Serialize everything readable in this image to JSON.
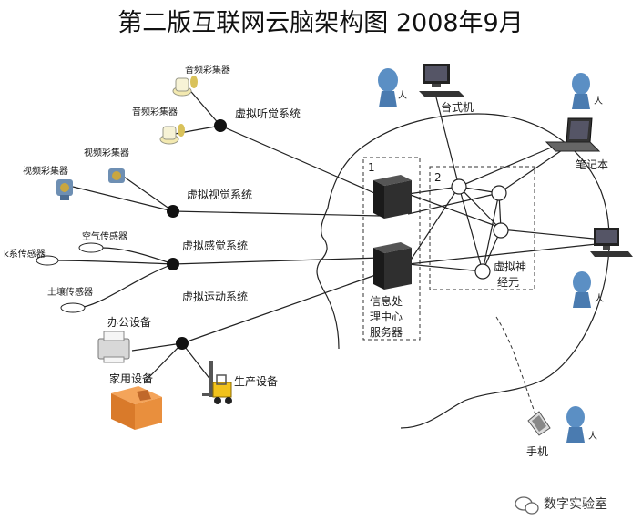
{
  "title": "第二版互联网云脑架构图  2008年9月",
  "subsystems": {
    "auditory": "虚拟听觉系统",
    "visual": "虚拟视觉系统",
    "sensory": "虚拟感觉系统",
    "motor": "虚拟运动系统"
  },
  "devices": {
    "audio_1": "音频彩集器",
    "audio_2": "音频彩集器",
    "video_1": "视频彩集器",
    "video_2": "视频彩集器",
    "air_sensor": "空气传感器",
    "k_sensor": "k系传感器",
    "soil_sensor": "土壤传感器",
    "office": "办公设备",
    "home": "家用设备",
    "production": "生产设备"
  },
  "center": {
    "box1_num": "1",
    "box2_num": "2",
    "server_lines": [
      "信息处",
      "理中心",
      "服务器"
    ],
    "neuron_lines": [
      "虚拟神",
      "经元"
    ]
  },
  "endpoints": {
    "desktop": "台式机",
    "laptop": "笔记本",
    "phone": "手机",
    "person": "人"
  },
  "watermark": "数字实验室",
  "colors": {
    "line": "#222222",
    "person_blue": "#5b8fc4",
    "server_dark": "#2a2a2a",
    "box_orange": "#e38a3a",
    "forklift_yellow": "#f2c21b"
  }
}
